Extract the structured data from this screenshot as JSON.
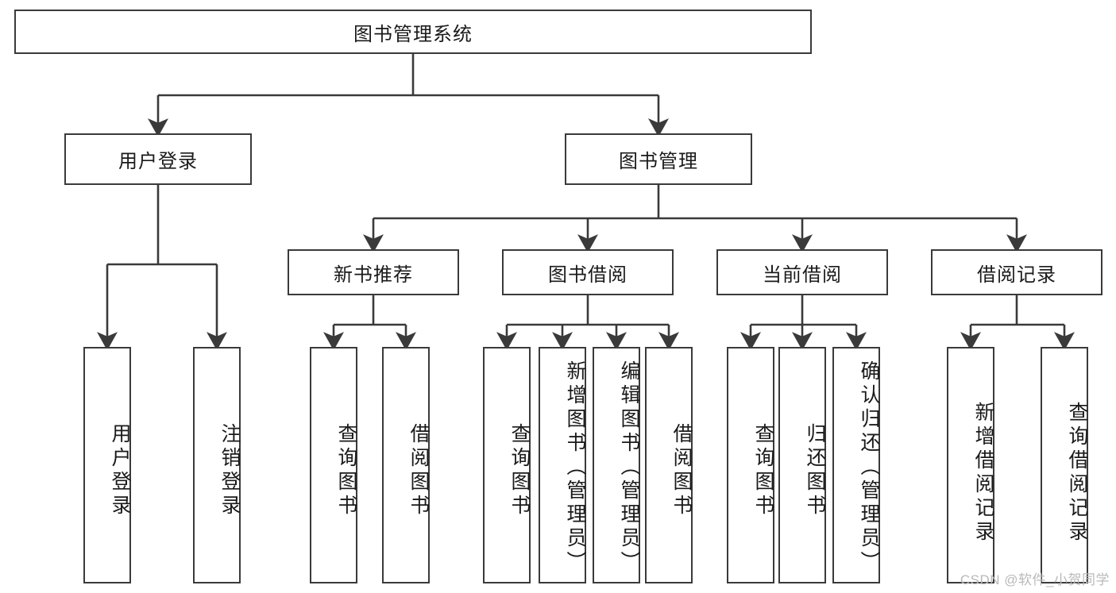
{
  "diagram": {
    "type": "tree",
    "title": "图书管理系统",
    "root": {
      "id": "root",
      "label": "图书管理系统"
    },
    "level2": [
      {
        "id": "user-login",
        "label": "用户登录"
      },
      {
        "id": "book-manage",
        "label": "图书管理"
      }
    ],
    "level3": [
      {
        "id": "new-book-rec",
        "label": "新书推荐",
        "parent": "book-manage"
      },
      {
        "id": "book-borrow",
        "label": "图书借阅",
        "parent": "book-manage"
      },
      {
        "id": "current-borrow",
        "label": "当前借阅",
        "parent": "book-manage"
      },
      {
        "id": "borrow-record",
        "label": "借阅记录",
        "parent": "book-manage"
      }
    ],
    "leaves": [
      {
        "id": "leaf-user-login",
        "label": "用户登录",
        "parent": "user-login"
      },
      {
        "id": "leaf-user-logout",
        "label": "注销登录",
        "parent": "user-login"
      },
      {
        "id": "leaf-query-book-1",
        "label": "查询图书",
        "parent": "new-book-rec"
      },
      {
        "id": "leaf-borrow-book-1",
        "label": "借阅图书",
        "parent": "new-book-rec"
      },
      {
        "id": "leaf-query-book-2",
        "label": "查询图书",
        "parent": "book-borrow"
      },
      {
        "id": "leaf-add-book",
        "label": "新增图书（管理员）",
        "parent": "book-borrow"
      },
      {
        "id": "leaf-edit-book",
        "label": "编辑图书（管理员）",
        "parent": "book-borrow"
      },
      {
        "id": "leaf-borrow-book-2",
        "label": "借阅图书",
        "parent": "book-borrow"
      },
      {
        "id": "leaf-query-book-3",
        "label": "查询图书",
        "parent": "current-borrow"
      },
      {
        "id": "leaf-return-book",
        "label": "归还图书",
        "parent": "current-borrow"
      },
      {
        "id": "leaf-confirm-return",
        "label": "确认归还（管理员）",
        "parent": "current-borrow"
      },
      {
        "id": "leaf-add-record",
        "label": "新增借阅记录",
        "parent": "borrow-record"
      },
      {
        "id": "leaf-query-record",
        "label": "查询借阅记录",
        "parent": "borrow-record"
      }
    ],
    "colors": {
      "box_border": "#3a3a3a",
      "box_fill": "#ffffff",
      "connector": "#3a3a3a",
      "text": "#1a1a1a",
      "watermark": "#b9b9b9"
    }
  },
  "watermark": {
    "text": "CSDN @软件_小贺同学"
  }
}
